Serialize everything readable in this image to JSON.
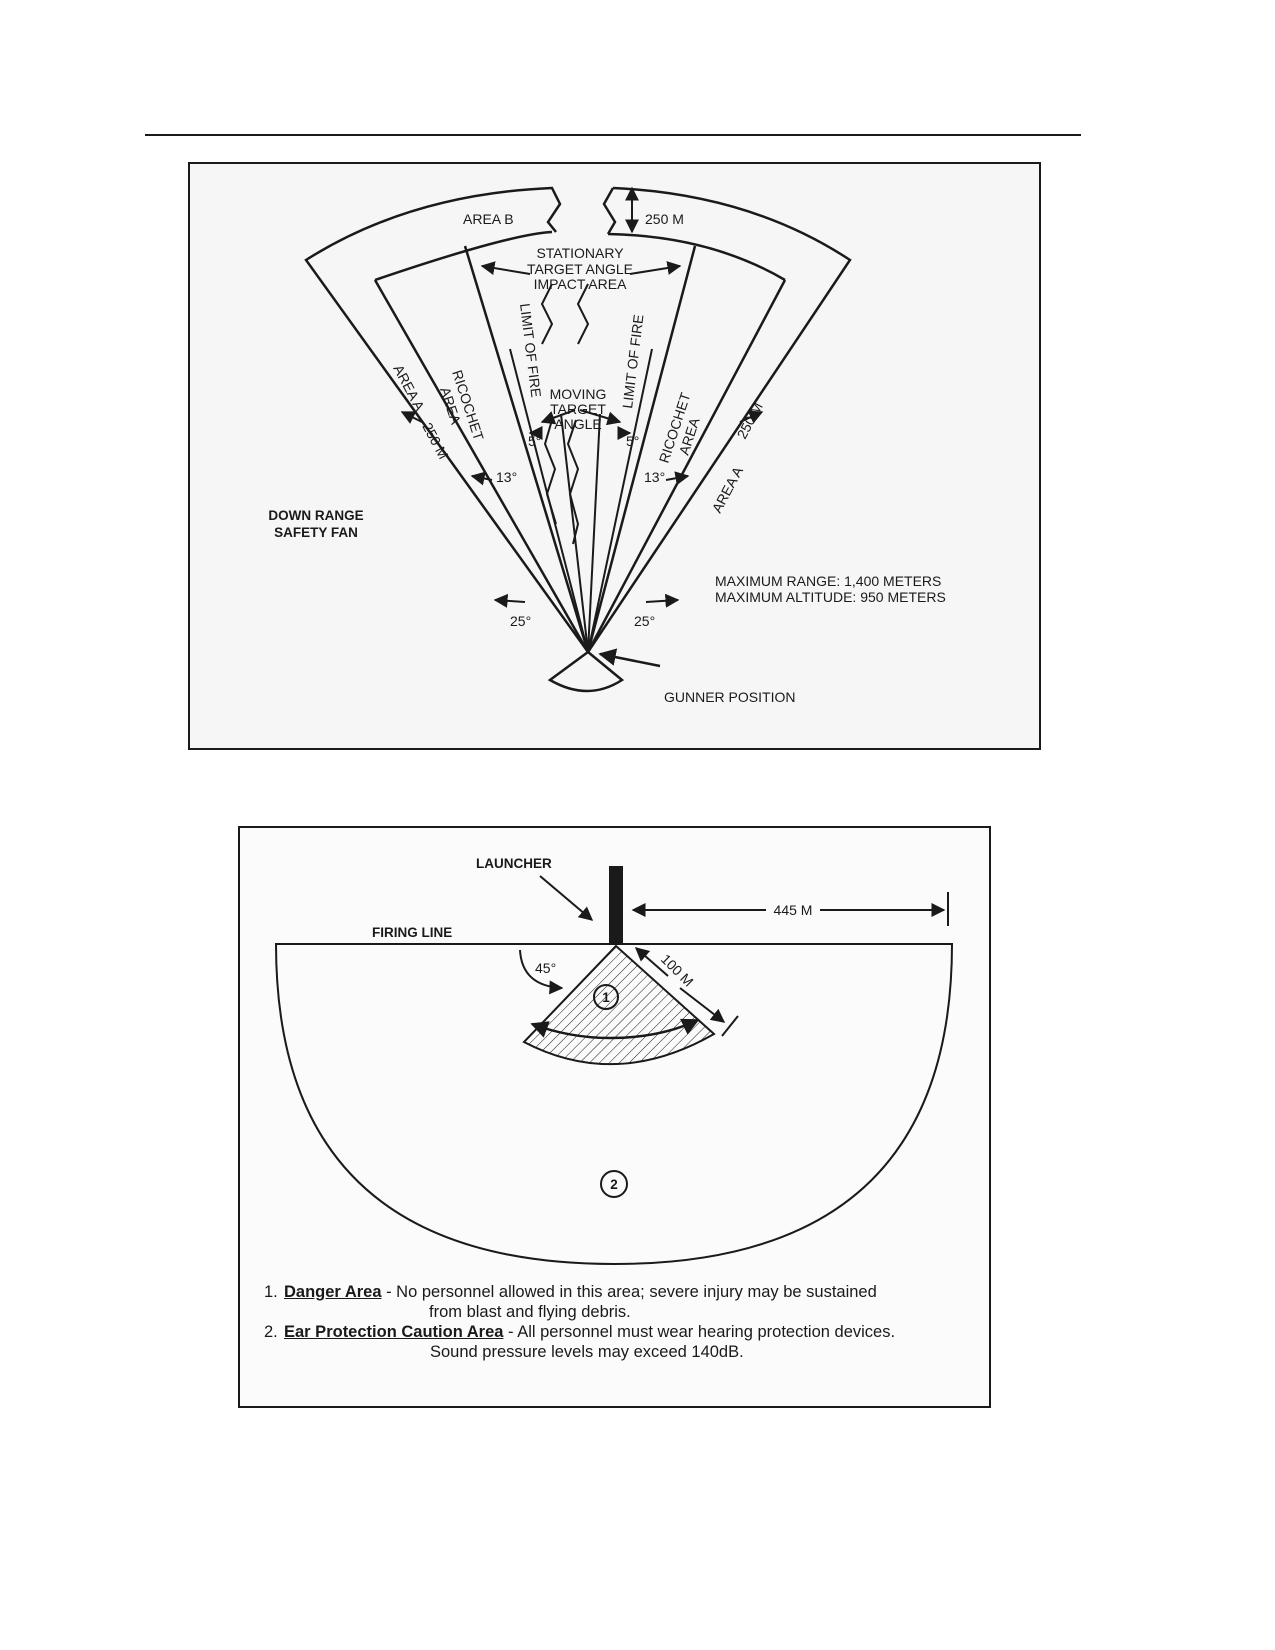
{
  "fig1": {
    "area_b": "AREA B",
    "dim_250_top": "250 M",
    "stationary_1": "STATIONARY",
    "stationary_2": "TARGET ANGLE",
    "stationary_3": "IMPACT AREA",
    "limit_of_fire": "LIMIT OF FIRE",
    "moving_1": "MOVING",
    "moving_2": "TARGET",
    "moving_3": "ANGLE",
    "ricochet_1": "RICOCHET",
    "ricochet_2": "AREA",
    "area_a": "AREA A",
    "dim_250": "250 M",
    "angle_5": "5°",
    "angle_13": "13°",
    "angle_25": "25°",
    "title_1": "DOWN RANGE",
    "title_2": "SAFETY FAN",
    "max_range": "MAXIMUM RANGE:   1,400 METERS",
    "max_altitude": "MAXIMUM ALTITUDE:  950 METERS",
    "gunner_position": "GUNNER POSITION"
  },
  "fig2": {
    "launcher": "LAUNCHER",
    "firing_line": "FIRING LINE",
    "dist_445": "445 M",
    "angle_45": "45°",
    "dist_100": "100 M",
    "zone_1": "1",
    "zone_2": "2",
    "legend": [
      {
        "num": "1.",
        "term": "Danger Area",
        "text": " - No personnel allowed in this area; severe injury may be sustained",
        "cont": "from blast and flying debris."
      },
      {
        "num": "2.",
        "term": "Ear Protection Caution Area",
        "text": " - All personnel must wear hearing protection devices.",
        "cont": "Sound pressure levels may exceed 140dB."
      }
    ]
  }
}
